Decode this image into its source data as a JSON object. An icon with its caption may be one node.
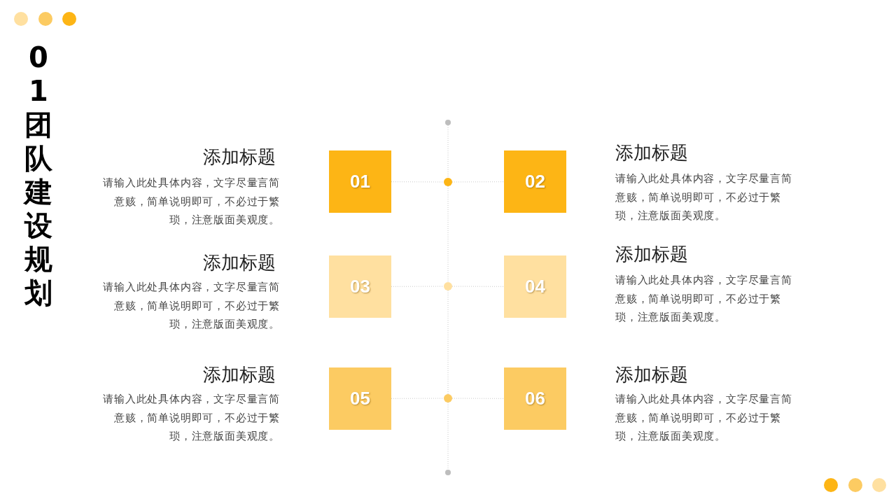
{
  "diagram": {
    "title": "01 团队建设规划",
    "nodes": [
      {
        "text": [],
        "shape": "circle"
      },
      {
        "text": [
          "01"
        ],
        "beside": [
          "添加标题",
          "请输入此处具体内容，文字尽量言简意赅，简单说明即可，不必过于繁琐，注意版面美观度。"
        ]
      },
      {
        "text": [],
        "shape": "circle"
      },
      {
        "text": [
          "02"
        ],
        "beside": [
          "添加标题",
          "请输入此处具体内容，文字尽量言简意赅，简单说明即可，不必过于繁琐，注意版面美观度。"
        ]
      },
      {
        "text": [
          "03"
        ],
        "beside": [
          "添加标题",
          "请输入此处具体内容，文字尽量言简意赅，简单说明即可，不必过于繁琐，注意版面美观度。"
        ]
      },
      {
        "text": [],
        "shape": "circle"
      },
      {
        "text": [
          "04"
        ],
        "beside": [
          "添加标题",
          "请输入此处具体内容，文字尽量言简意赅，简单说明即可，不必过于繁琐，注意版面美观度。"
        ]
      },
      {
        "text": [
          "05"
        ],
        "beside": [
          "添加标题",
          "请输入此处具体内容，文字尽量言简意赅，简单说明即可，不必过于繁琐，注意版面美观度。"
        ]
      },
      {
        "text": [],
        "shape": "circle"
      },
      {
        "text": [
          "06"
        ],
        "beside": [
          "添加标题",
          "请输入此处具体内容，文字尽量言简意赅，简单说明即可，不必过于繁琐，注意版面美观度。"
        ]
      },
      {
        "text": [],
        "shape": "circle"
      }
    ],
    "edges": [
      {
        "from": 0,
        "to": 2,
        "arrow": "none"
      },
      {
        "from": 2,
        "to": 5,
        "arrow": "none"
      },
      {
        "from": 5,
        "to": 8,
        "arrow": "none"
      },
      {
        "from": 8,
        "to": 10,
        "arrow": "none"
      },
      {
        "from": 1,
        "to": 2,
        "arrow": "none"
      },
      {
        "from": 2,
        "to": 3,
        "arrow": "none"
      },
      {
        "from": 4,
        "to": 5,
        "arrow": "none"
      },
      {
        "from": 5,
        "to": 6,
        "arrow": "none"
      },
      {
        "from": 7,
        "to": 8,
        "arrow": "none"
      },
      {
        "from": 8,
        "to": 9,
        "arrow": "none"
      }
    ]
  }
}
